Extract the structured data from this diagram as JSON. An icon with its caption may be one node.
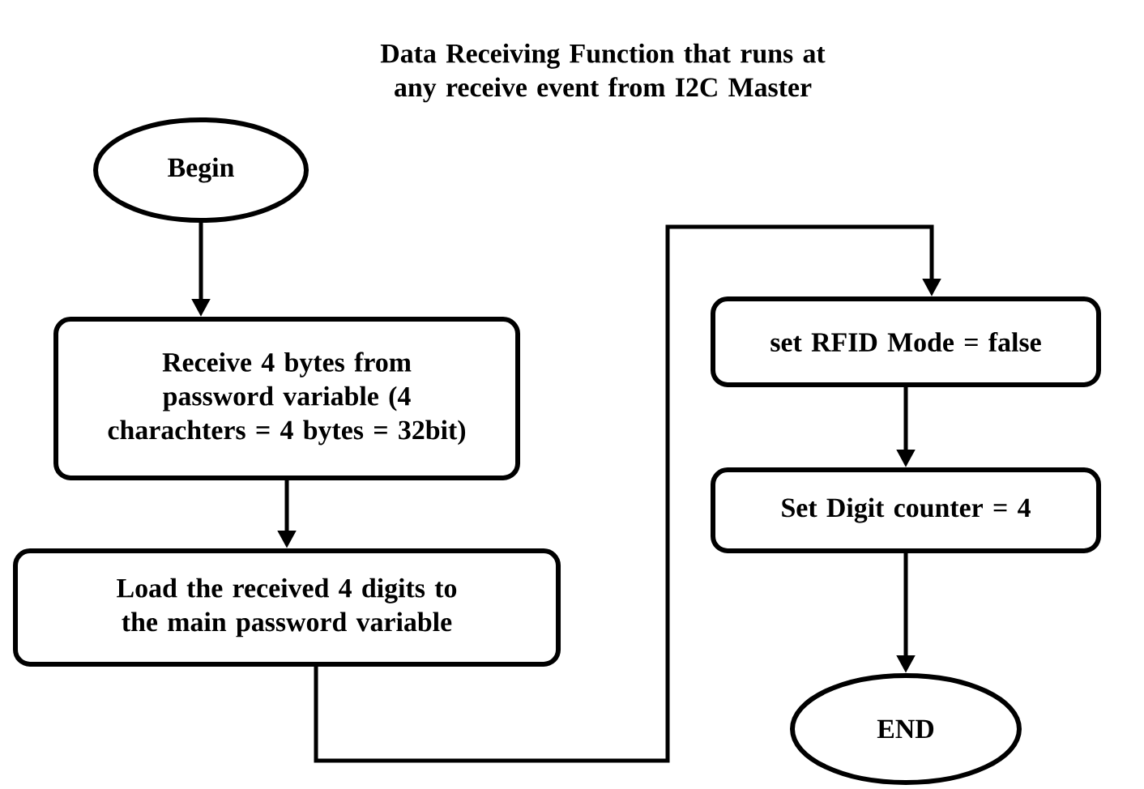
{
  "diagram": {
    "title": "Data Receiving Function that runs at any receive event from I2C Master",
    "nodes": [
      {
        "text": [
          "Begin"
        ]
      },
      {
        "text": [
          "Receive 4 bytes from password variable (4 charachters = 4 bytes = 32bit)"
        ]
      },
      {
        "text": [
          "Load the received 4 digits to the main password variable"
        ]
      },
      {
        "text": [
          "set RFID Mode = false"
        ]
      },
      {
        "text": [
          "Set Digit counter = 4"
        ]
      },
      {
        "text": [
          "END"
        ]
      }
    ],
    "edges": [
      {
        "from": 0,
        "to": 1,
        "arrow": "to"
      },
      {
        "from": 1,
        "to": 2,
        "arrow": "to"
      },
      {
        "from": 2,
        "to": 3,
        "arrow": "to"
      },
      {
        "from": 3,
        "to": 4,
        "arrow": "to"
      },
      {
        "from": 4,
        "to": 5,
        "arrow": "to"
      }
    ]
  }
}
